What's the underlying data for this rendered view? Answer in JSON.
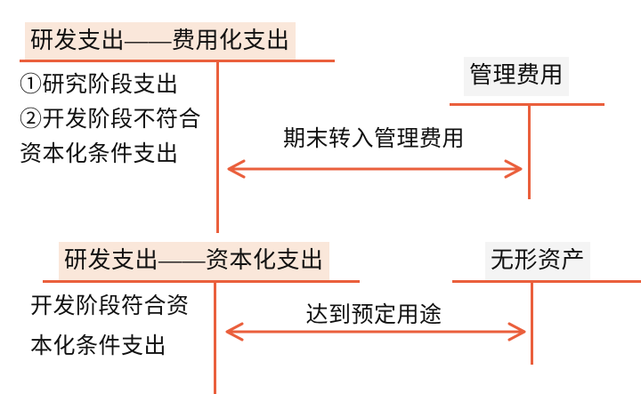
{
  "diagram": {
    "title_top_left": "研发支出——费用化支出",
    "title_top_right": "管理费用",
    "title_bottom_left": "研发支出——资本化支出",
    "title_bottom_right": "无形资产",
    "top_left_body_line1": "①研究阶段支出",
    "top_left_body_line2": "②开发阶段不符合",
    "top_left_body_line3": "资本化条件支出",
    "bottom_left_body_line1": "开发阶段符合资",
    "bottom_left_body_line2": "本化条件支出",
    "arrow_label_top": "期末转入管理费用",
    "arrow_label_bottom": "达到预定用途",
    "colors": {
      "line": "#ea5f3c",
      "peach_fill": "#fae7da",
      "gray_fill": "#f4f4f4",
      "text": "#111111",
      "background": "#ffffff"
    }
  }
}
